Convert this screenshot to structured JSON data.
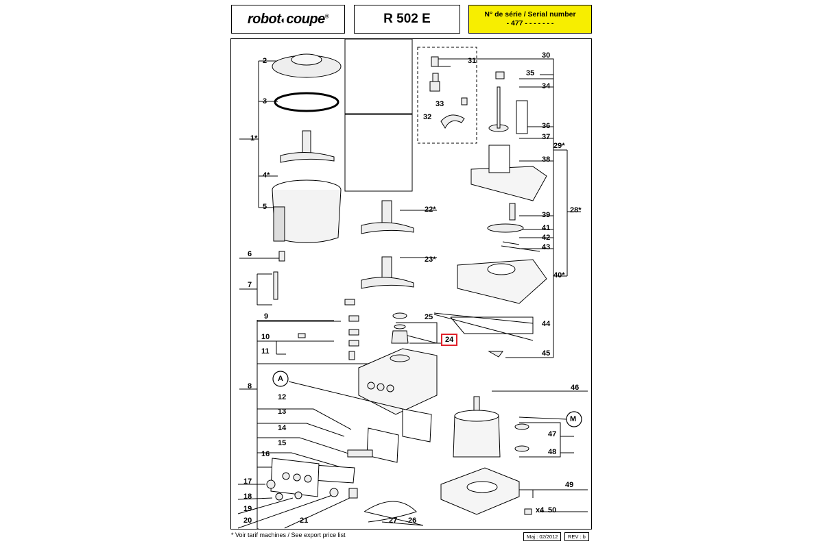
{
  "header": {
    "logo_text": "robot",
    "logo_text2": "coupe",
    "logo_mark": "®",
    "model": "R 502 E",
    "serial_label": "N° de série / Serial number",
    "serial_value": "- 477 - - - - -     - -"
  },
  "colors": {
    "serial_bg": "#f7ee00",
    "highlight": "#e0202a"
  },
  "parts": {
    "p1": "1*",
    "p2": "2",
    "p3": "3",
    "p4": "4*",
    "p5": "5",
    "p6": "6",
    "p7": "7",
    "p8": "8",
    "p9": "9",
    "p10": "10",
    "p11": "11",
    "p12": "12",
    "p13": "13",
    "p14": "14",
    "p15": "15",
    "p16": "16",
    "p17": "17",
    "p18": "18",
    "p19": "19",
    "p20": "20",
    "p21": "21",
    "p22": "22*",
    "p23": "23*",
    "p24": "24",
    "p25": "25",
    "p26": "26",
    "p27": "27",
    "p28": "28*",
    "p29": "29*",
    "p30": "30",
    "p31": "31",
    "p32": "32",
    "p33": "33",
    "p34": "34",
    "p35": "35",
    "p36": "36",
    "p37": "37",
    "p38": "38",
    "p39": "39",
    "p40": "40*",
    "p41": "41",
    "p42": "42",
    "p43": "43",
    "p44": "44",
    "p45": "45",
    "p46": "46",
    "p47": "47",
    "p48": "48",
    "p49": "49",
    "p50": "50",
    "x4": "x4",
    "A": "A",
    "M": "M"
  },
  "footer": {
    "note": "* Voir tarif machines / See export price list",
    "date": "Maj : 02/2012",
    "rev": "REV : b"
  }
}
